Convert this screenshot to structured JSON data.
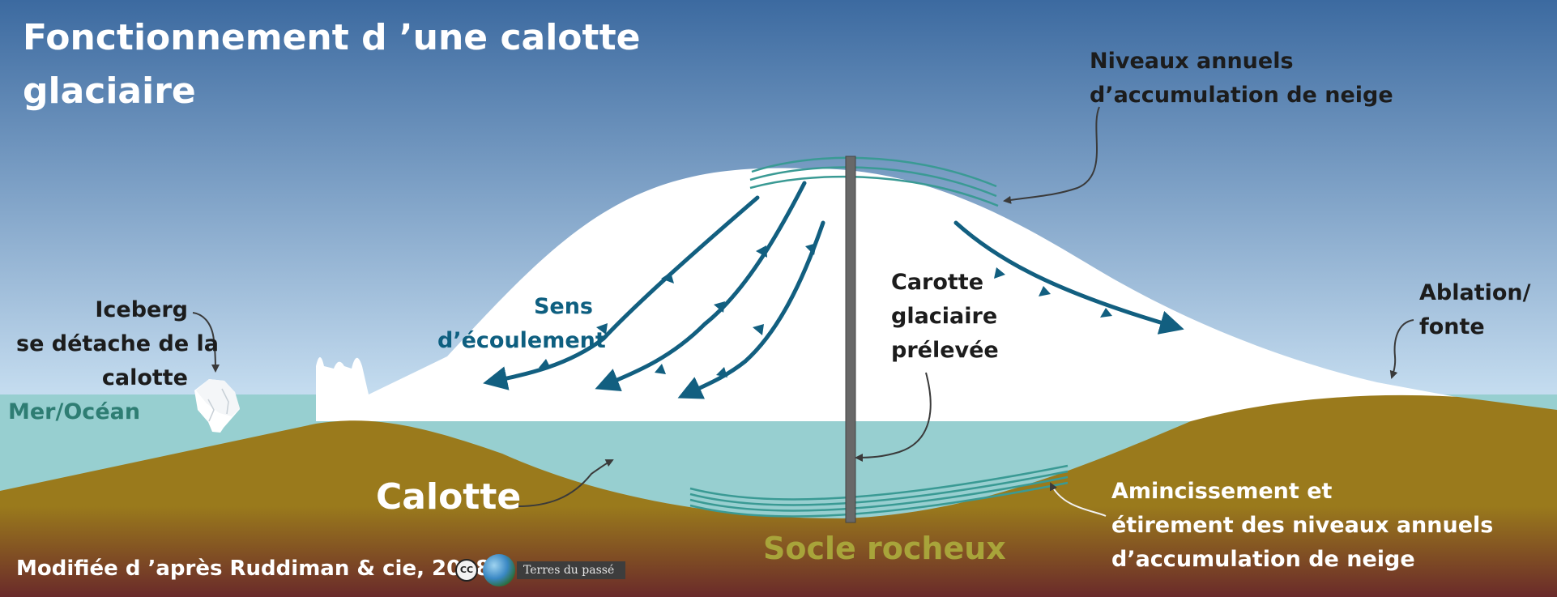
{
  "title": [
    "Fonctionnement d ’une calotte",
    "glaciaire"
  ],
  "labels": {
    "niveaux_annuels": [
      "Niveaux annuels",
      "d’accumulation de neige"
    ],
    "iceberg": [
      "Iceberg",
      "se détache de la",
      "calotte"
    ],
    "mer_ocean": "Mer/Océan",
    "sens_ecoulement": [
      "Sens",
      "d’écoulement"
    ],
    "carotte": [
      "Carotte",
      "glaciaire",
      "prélevée"
    ],
    "ablation": [
      "Ablation/",
      "fonte"
    ],
    "calotte": "Calotte",
    "amincissement": [
      "Amincissement et",
      "étirement des niveaux annuels",
      "d’accumulation de neige"
    ],
    "socle": "Socle rocheux",
    "credit": "Modifiée d ’après Ruddiman & cie, 2008",
    "cc_mark": "CC",
    "brand": "Terres du passé"
  },
  "colors": {
    "sky_top": "#3c6aa0",
    "sky_bottom": "#c9e0f2",
    "sea": "#97cfd0",
    "ice": "#ffffff",
    "rock_top": "#9a7a1c",
    "rock_bottom": "#6a2a2a",
    "flow_arrow": "#125f80",
    "layer_lines": "#3a9a94",
    "core": "#666666",
    "socle_text": "#a8a43a"
  },
  "icons": [
    "iceberg-icon",
    "cc-license-icon",
    "globe-icon"
  ]
}
